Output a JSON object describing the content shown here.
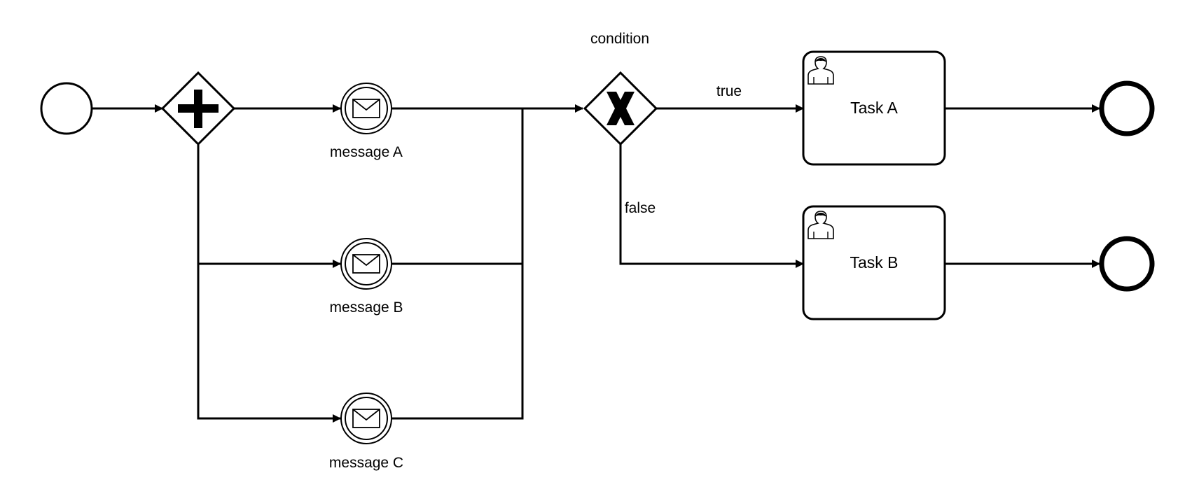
{
  "colors": {
    "stroke": "#000000",
    "fill": "#ffffff"
  },
  "diagram": {
    "start_event": {
      "icon": "start-event-circle"
    },
    "parallel_gateway": {
      "icon": "plus-icon"
    },
    "exclusive_gateway": {
      "icon": "x-icon",
      "label": "condition"
    },
    "message_events": [
      {
        "label": "message A",
        "icon": "envelope-icon"
      },
      {
        "label": "message B",
        "icon": "envelope-icon"
      },
      {
        "label": "message C",
        "icon": "envelope-icon"
      }
    ],
    "branch_labels": {
      "true": "true",
      "false": "false"
    },
    "tasks": [
      {
        "label": "Task A",
        "icon": "user-icon"
      },
      {
        "label": "Task B",
        "icon": "user-icon"
      }
    ],
    "end_events": [
      {
        "icon": "end-event-circle"
      },
      {
        "icon": "end-event-circle"
      }
    ]
  }
}
